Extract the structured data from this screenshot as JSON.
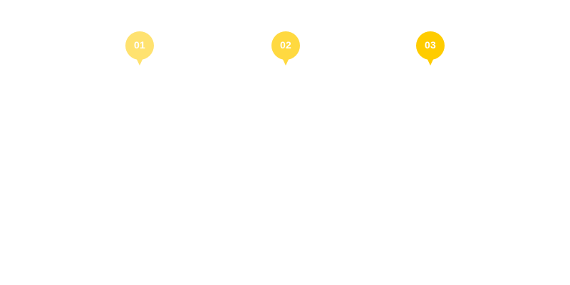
{
  "markers": [
    {
      "label": "01",
      "color": "#FFE270"
    },
    {
      "label": "02",
      "color": "#FFD940"
    },
    {
      "label": "03",
      "color": "#FFCC00"
    }
  ]
}
